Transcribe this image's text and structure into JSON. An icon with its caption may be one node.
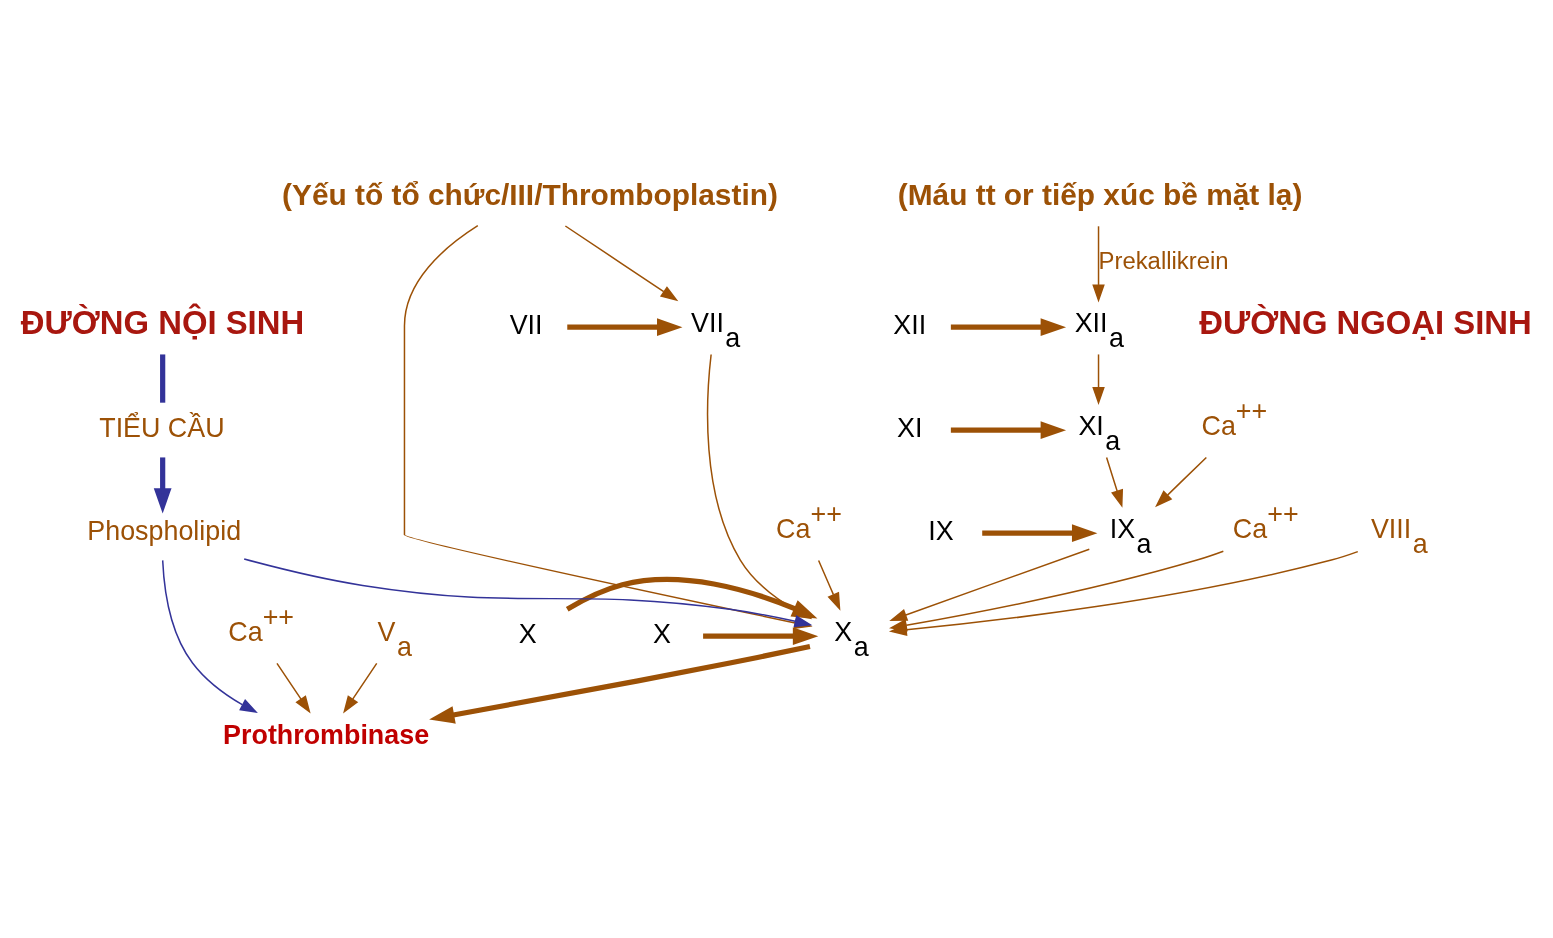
{
  "diagram": {
    "nodes": [
      {
        "text": [
          "ĐƯỜNG NỘI SINH"
        ]
      },
      {
        "text": [
          "(Máu tt or tiếp xúc bề mặt lạ)"
        ]
      },
      {
        "text": [
          "ĐƯỜNG NGOẠI SINH"
        ]
      },
      {
        "text": [
          "(Yếu tố tổ chức/III/Thromboplastin)"
        ]
      },
      {
        "text": [
          "XII"
        ]
      },
      {
        "text": [
          "XII$_{a}$"
        ]
      },
      {
        "text": [
          "VII$_{a}$"
        ]
      },
      {
        "text": [
          "VII"
        ]
      },
      {
        "text": [
          "TIỂU CẦU"
        ]
      },
      {
        "text": [
          "XI"
        ]
      },
      {
        "text": [
          "XI$_{a}$"
        ]
      },
      {
        "text": [
          "Ca$^{++}$"
        ]
      },
      {
        "text": [
          "Ca$^{++}$"
        ]
      },
      {
        "text": [
          "IX"
        ]
      },
      {
        "text": [
          "IX$_{a}$"
        ]
      },
      {
        "text": [
          "Ca$^{++}$"
        ]
      },
      {
        "text": [
          "VIII$_{a}$"
        ]
      },
      {
        "text": [
          "X"
        ]
      },
      {
        "text": [
          "X$_{a}$"
        ]
      },
      {
        "text": [
          "X"
        ]
      },
      {
        "text": [
          "Phospholipid"
        ]
      },
      {
        "text": [
          "Ca$^{++}$"
        ]
      },
      {
        "text": [
          "V$_{a}$"
        ]
      },
      {
        "text": [
          "Prothrombinase"
        ]
      }
    ],
    "edges": [
      {
        "from": 0,
        "to": 8,
        "arrow": "none",
        "style": "thick",
        "color": "#333399"
      },
      {
        "from": 8,
        "to": 20,
        "arrow": "to",
        "style": "thick",
        "color": "#333399"
      },
      {
        "from": 1,
        "to": 5,
        "arrow": "to",
        "label": "Prekallikrein"
      },
      {
        "from": 4,
        "to": 5,
        "arrow": "to",
        "style": "thick"
      },
      {
        "from": 3,
        "to": 6,
        "arrow": "to"
      },
      {
        "from": 7,
        "to": 6,
        "arrow": "to",
        "style": "thick"
      },
      {
        "from": 5,
        "to": 10,
        "arrow": "to"
      },
      {
        "from": 9,
        "to": 10,
        "arrow": "to",
        "style": "thick"
      },
      {
        "from": 10,
        "to": 14,
        "arrow": "to"
      },
      {
        "from": 11,
        "to": 14,
        "arrow": "to"
      },
      {
        "from": 13,
        "to": 14,
        "arrow": "to",
        "style": "thick"
      },
      {
        "from": 14,
        "to": 18,
        "arrow": "to"
      },
      {
        "from": 15,
        "to": 18,
        "arrow": "to"
      },
      {
        "from": 16,
        "to": 18,
        "arrow": "to"
      },
      {
        "from": 17,
        "to": 18,
        "arrow": "to",
        "style": "thick"
      },
      {
        "from": 6,
        "to": 18,
        "arrow": "to"
      },
      {
        "from": 12,
        "to": 18,
        "arrow": "to"
      },
      {
        "from": 3,
        "to": 18,
        "arrow": "to"
      },
      {
        "from": 19,
        "to": 18,
        "arrow": "to",
        "style": "thick"
      },
      {
        "from": 20,
        "to": 18,
        "arrow": "to",
        "color": "#333399"
      },
      {
        "from": 20,
        "to": 23,
        "arrow": "to",
        "color": "#333399"
      },
      {
        "from": 18,
        "to": 23,
        "arrow": "to",
        "style": "thick"
      },
      {
        "from": 21,
        "to": 23,
        "arrow": "to"
      },
      {
        "from": 22,
        "to": 23,
        "arrow": "to"
      }
    ]
  }
}
